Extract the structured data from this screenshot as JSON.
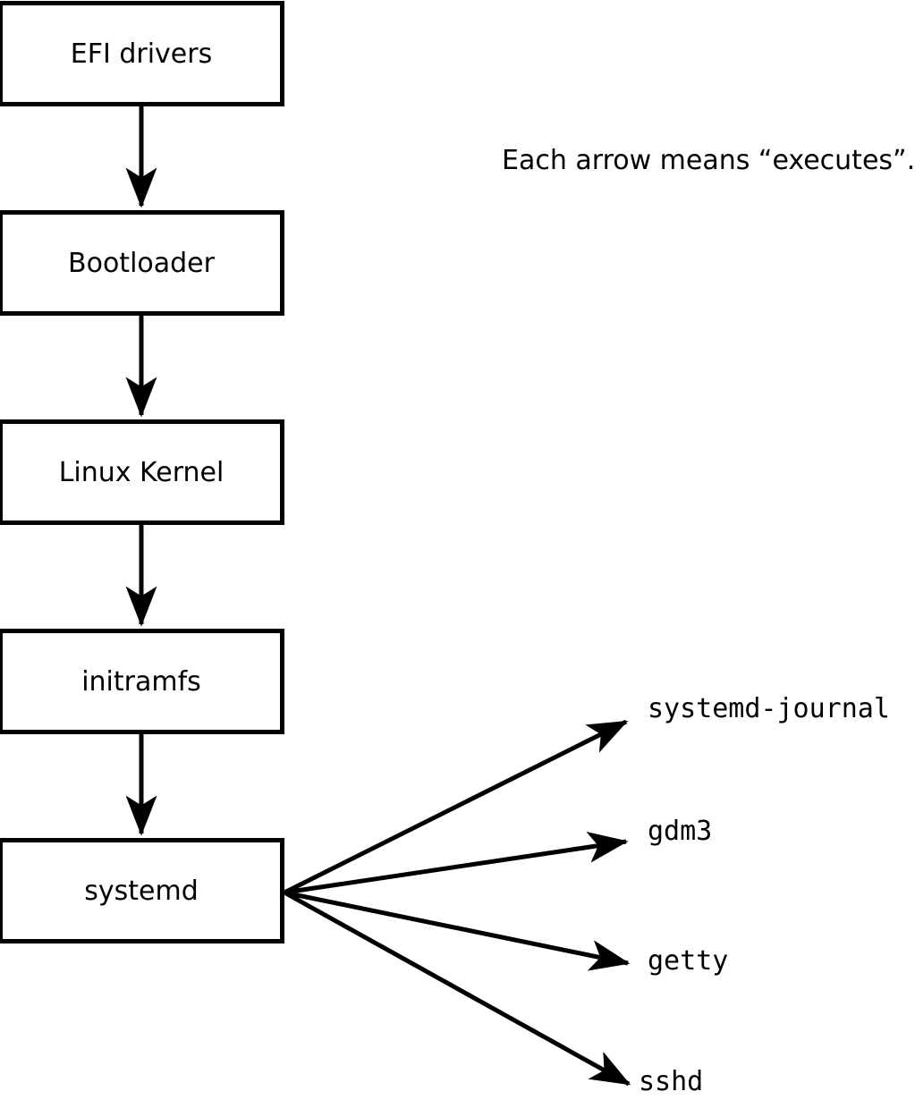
{
  "diagram": {
    "note": "Each arrow means “executes”.",
    "nodes": [
      {
        "label": "EFI drivers"
      },
      {
        "label": "Bootloader"
      },
      {
        "label": "Linux Kernel"
      },
      {
        "label": "initramfs"
      },
      {
        "label": "systemd"
      }
    ],
    "processes": [
      {
        "label": "systemd-journal"
      },
      {
        "label": "gdm3"
      },
      {
        "label": "getty"
      },
      {
        "label": "sshd"
      }
    ]
  },
  "colors": {
    "line": "#000000",
    "background": "#ffffff",
    "box_fill": "#ffffff"
  }
}
